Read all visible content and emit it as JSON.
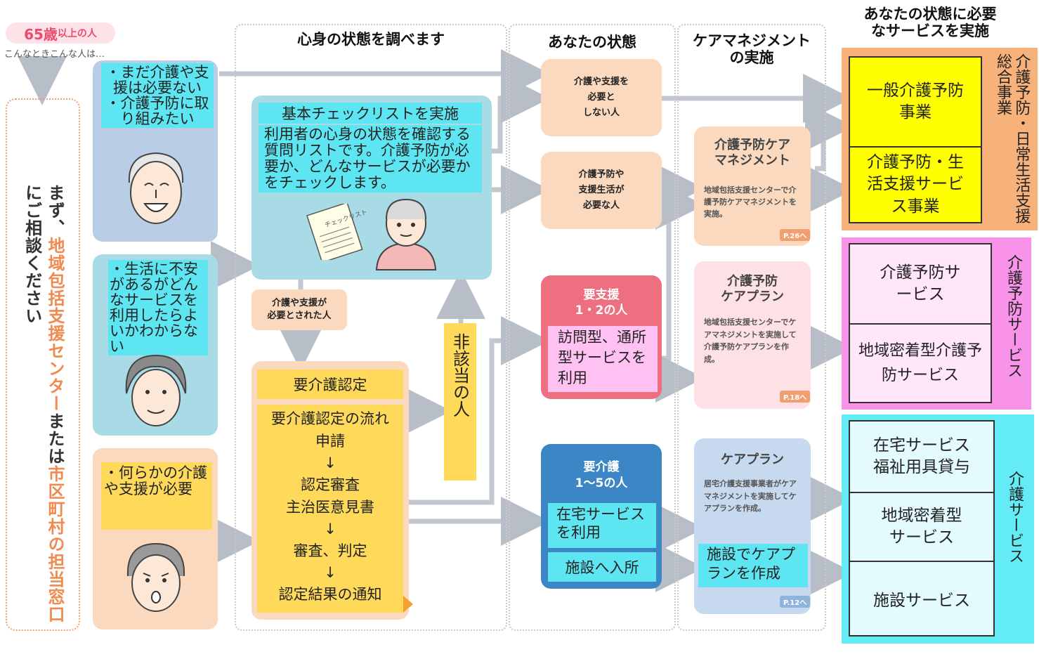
{
  "intro": {
    "age_badge_num": "65歳",
    "age_badge_rest": "以上の人",
    "sub": "こんなときこんな人は…",
    "consult_part1": "まず、",
    "consult_part2": "地域包括支援センター",
    "consult_part3": "または",
    "consult_part4": "市区町村の担当窓口",
    "consult_part5": "にご相談ください"
  },
  "persons": [
    {
      "text": "・まだ介護や支援は必要ない\n・介護予防に取り組みたい"
    },
    {
      "text": "・生活に不安があるがどんなサービスを利用したらよいかわからない"
    },
    {
      "text": "・何らかの介護や支援が必要"
    }
  ],
  "headers": {
    "col1": "心身の状態を調べます",
    "col2": "あなたの状態",
    "col3": "ケアマネジメント\nの実施",
    "col4": "あなたの状態に必要\nなサービスを実施"
  },
  "checklist": {
    "title": "基本チェックリストを実施",
    "desc": "利用者の心身の状態を確認する質問リストです。介護予防が必要か、どんなサービスが必要かをチェックします。",
    "paper_label": "チェックリスト"
  },
  "need_support_label": "介護や支援が\n必要とされた人",
  "certification": {
    "title": "要介護認定",
    "flow": [
      "要介護認定の流れ",
      "申請",
      "↓",
      "認定審査",
      "主治医意見書",
      "↓",
      "審査、判定",
      "↓",
      "認定結果の通知"
    ]
  },
  "non_applicable": "非該当の人",
  "states": {
    "no_need": "介護や支援を\n必要と\nしない人",
    "prevention_need": "介護予防や\n支援生活が\n必要な人",
    "support_title": "要支援\n1・2の人",
    "support_desc": "訪問型、通所型サービスを利用",
    "care_title": "要介護\n1～5の人",
    "care_use_home": "在宅サービスを利用",
    "care_facility": "施設へ入所"
  },
  "care_mgmt": {
    "m1_title": "介護予防ケア\nマネジメント",
    "m1_desc": "地域包括支援センターで介護予防ケアマネジメントを実施。",
    "m1_page": "P.26へ",
    "m2_title": "介護予防\nケアプラン",
    "m2_desc": "地域包括支援センターでケアマネジメントを実施して介護予防ケアプランを作成。",
    "m2_page": "P.18へ",
    "m3_title": "ケアプラン",
    "m3_desc": "居宅介護支援事業者がケアマネジメントを実施してケアプランを作成。",
    "m3_page": "P.12へ",
    "m3_facility": "施設でケアプランを作成"
  },
  "services": {
    "g1_label": "介護予防・日常生活支援総合事業",
    "g1_items": [
      "一般介護予防事業",
      "介護予防・生活支援サービス事業"
    ],
    "g2_label": "介護予防サービス",
    "g2_items": [
      "介護予防サービス",
      "地域密着型介護予防サービス"
    ],
    "g3_label": "介護サービス",
    "g3_items": [
      "在宅サービス\n福祉用具貸与",
      "地域密着型\nサービス",
      "施設サービス"
    ]
  },
  "colors": {
    "blue_panel": "#b9cde6",
    "teal_panel": "#a9dbe6",
    "peach_panel": "#fbd9bf",
    "orange_accent": "#f3a56e",
    "yellow": "#ffd95a",
    "cyan_highlight": "#5de6f2",
    "pink_service": "#f993ea",
    "pink_highlight": "#ffc1f2",
    "red_state": "#ee6f7f",
    "blue_state": "#3d86c6",
    "yellow_service": "#ffff00",
    "cyan_service": "#64ecf6"
  }
}
